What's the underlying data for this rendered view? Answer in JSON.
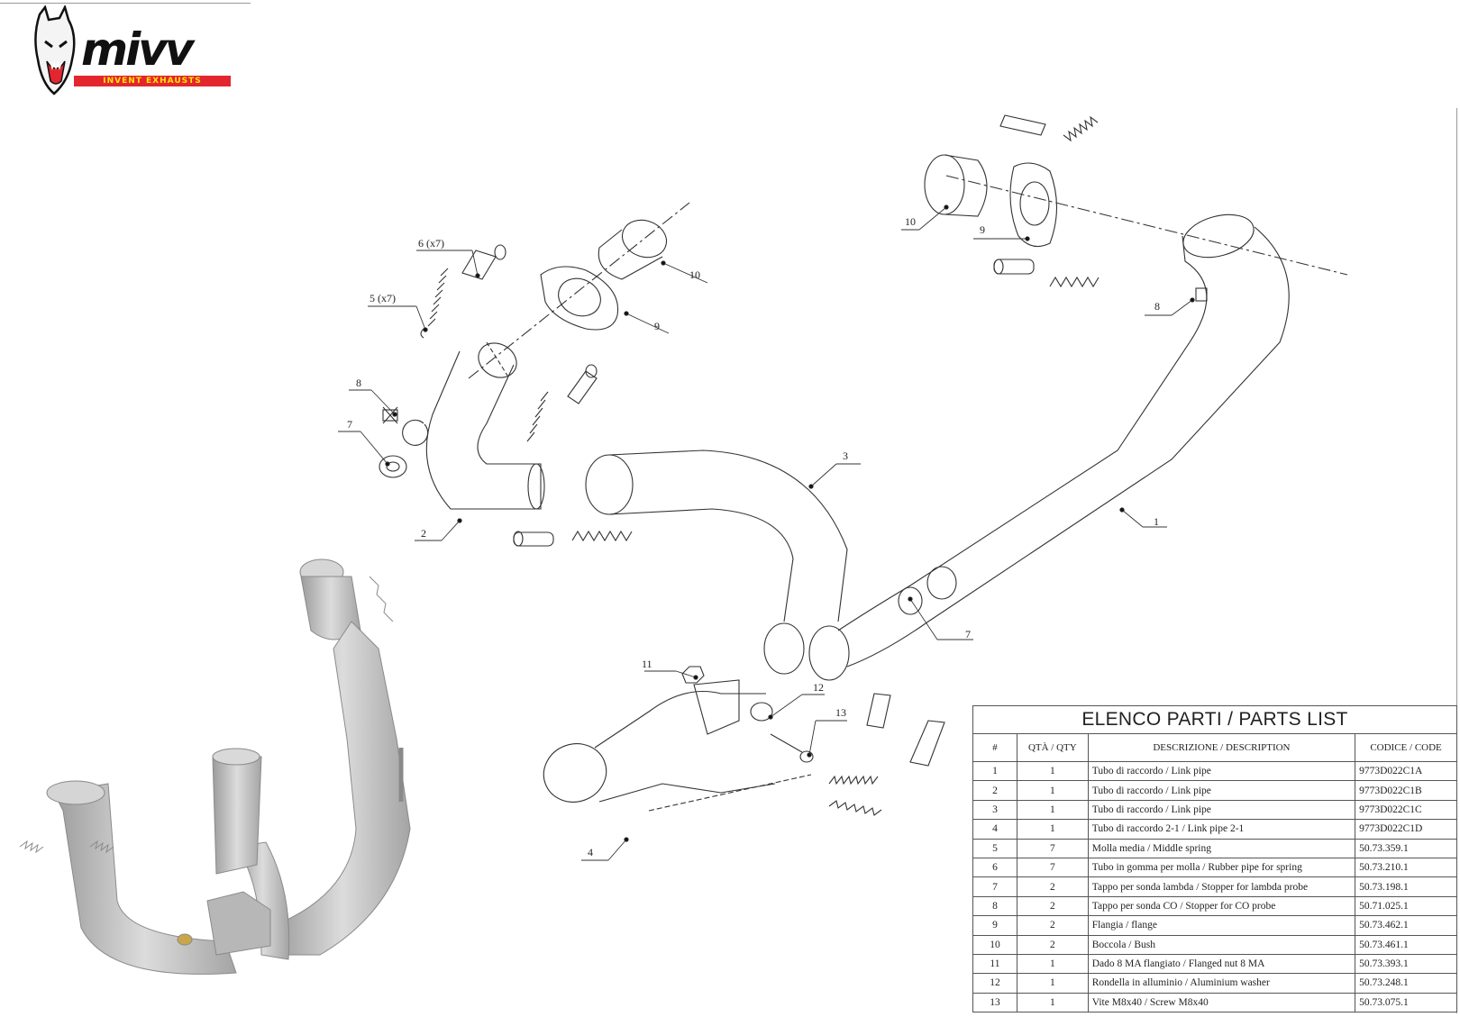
{
  "brand": {
    "name": "mivv",
    "tagline": "INVENT EXHAUSTS",
    "colors": {
      "red": "#e3262e",
      "yellow": "#ffe600",
      "black": "#111111"
    }
  },
  "callouts": [
    {
      "id": "c-6",
      "label": "6 (x7)"
    },
    {
      "id": "c-5",
      "label": "5 (x7)"
    },
    {
      "id": "c-8a",
      "label": "8"
    },
    {
      "id": "c-7a",
      "label": "7"
    },
    {
      "id": "c-2",
      "label": "2"
    },
    {
      "id": "c-9a",
      "label": "9"
    },
    {
      "id": "c-10a",
      "label": "10"
    },
    {
      "id": "c-10b",
      "label": "10"
    },
    {
      "id": "c-9b",
      "label": "9"
    },
    {
      "id": "c-8b",
      "label": "8"
    },
    {
      "id": "c-3",
      "label": "3"
    },
    {
      "id": "c-1",
      "label": "1"
    },
    {
      "id": "c-7b",
      "label": "7"
    },
    {
      "id": "c-11",
      "label": "11"
    },
    {
      "id": "c-12",
      "label": "12"
    },
    {
      "id": "c-13",
      "label": "13"
    },
    {
      "id": "c-4",
      "label": "4"
    }
  ],
  "parts_list": {
    "title": "ELENCO PARTI / PARTS LIST",
    "headers": [
      "#",
      "QTÀ / QTY",
      "DESCRIZIONE / DESCRIPTION",
      "CODICE / CODE"
    ],
    "rows": [
      {
        "n": "1",
        "qty": "1",
        "desc": "Tubo di raccordo / Link pipe",
        "code": "9773D022C1A"
      },
      {
        "n": "2",
        "qty": "1",
        "desc": "Tubo di raccordo / Link pipe",
        "code": "9773D022C1B"
      },
      {
        "n": "3",
        "qty": "1",
        "desc": "Tubo di raccordo / Link pipe",
        "code": "9773D022C1C"
      },
      {
        "n": "4",
        "qty": "1",
        "desc": "Tubo di raccordo 2-1 / Link pipe 2-1",
        "code": "9773D022C1D"
      },
      {
        "n": "5",
        "qty": "7",
        "desc": "Molla media / Middle spring",
        "code": "50.73.359.1"
      },
      {
        "n": "6",
        "qty": "7",
        "desc": "Tubo in gomma per molla / Rubber pipe for spring",
        "code": "50.73.210.1"
      },
      {
        "n": "7",
        "qty": "2",
        "desc": "Tappo per sonda lambda / Stopper for lambda probe",
        "code": "50.73.198.1"
      },
      {
        "n": "8",
        "qty": "2",
        "desc": "Tappo per sonda CO / Stopper for CO probe",
        "code": "50.71.025.1"
      },
      {
        "n": "9",
        "qty": "2",
        "desc": "Flangia / flange",
        "code": "50.73.462.1"
      },
      {
        "n": "10",
        "qty": "2",
        "desc": "Boccola / Bush",
        "code": "50.73.461.1"
      },
      {
        "n": "11",
        "qty": "1",
        "desc": "Dado 8 MA flangiato / Flanged nut 8 MA",
        "code": "50.73.393.1"
      },
      {
        "n": "12",
        "qty": "1",
        "desc": "Rondella in alluminio / Aluminium washer",
        "code": "50.73.248.1"
      },
      {
        "n": "13",
        "qty": "1",
        "desc": "Vite M8x40 / Screw M8x40",
        "code": "50.73.075.1"
      }
    ]
  }
}
